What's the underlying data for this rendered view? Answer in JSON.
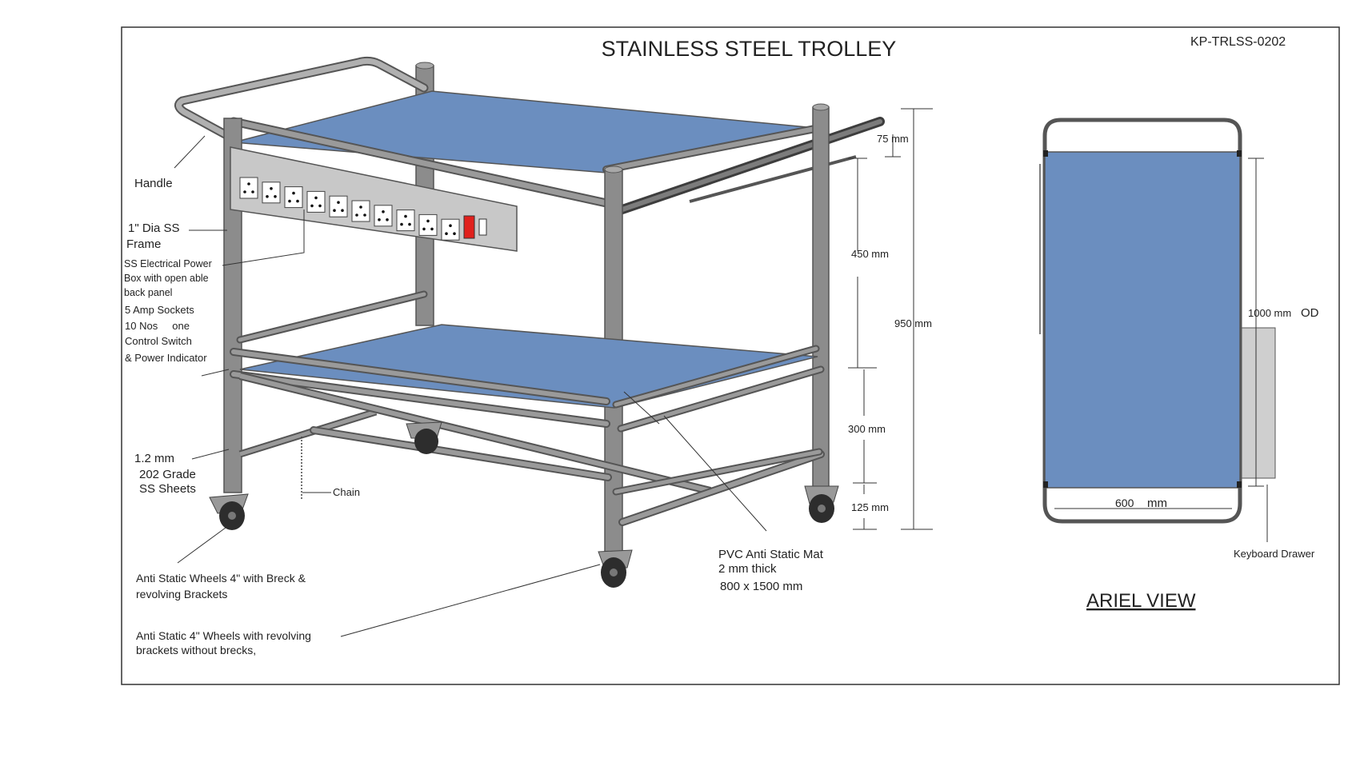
{
  "title": "STAINLESS STEEL TROLLEY",
  "code": "KP-TRLSS-0202",
  "labels": {
    "handle": "Handle",
    "frame1": "1\" Dia SS",
    "frame2": "Frame",
    "power1": "SS Electrical Power",
    "power2": "Box with open able",
    "power3": "back panel",
    "sockets1": "5 Amp Sockets",
    "sockets2": "10 Nos     one",
    "sockets3": "Control Switch",
    "sockets4": "& Power Indicator",
    "sheet1": "1.2 mm",
    "sheet2": "202 Grade",
    "sheet3": "SS Sheets",
    "chain": "Chain",
    "wheels1a": "Anti Static Wheels 4\" with Breck &",
    "wheels1b": "revolving Brackets",
    "wheels2a": "Anti Static 4\" Wheels with revolving",
    "wheels2b": "brackets without brecks,",
    "mat1": "PVC Anti Static Mat",
    "mat2": "2 mm thick",
    "mat3": "800 x 1500 mm"
  },
  "dimensions": {
    "d75": "75 mm",
    "d450": "450 mm",
    "d950": "950 mm",
    "d300": "300 mm",
    "d125": "125 mm"
  },
  "aerial": {
    "title": "ARIEL VIEW",
    "height_label": "1000 mm",
    "height_suffix": "OD",
    "width_label": "600",
    "width_unit": "mm",
    "drawer": "Keyboard Drawer"
  },
  "colors": {
    "mat": "#6b8ebf",
    "frame": "#8c8c8c",
    "frame_dark": "#5e5e5e",
    "power_box": "#c8c8c8",
    "switch": "#e0201c",
    "drawer": "#cfcfcf"
  }
}
